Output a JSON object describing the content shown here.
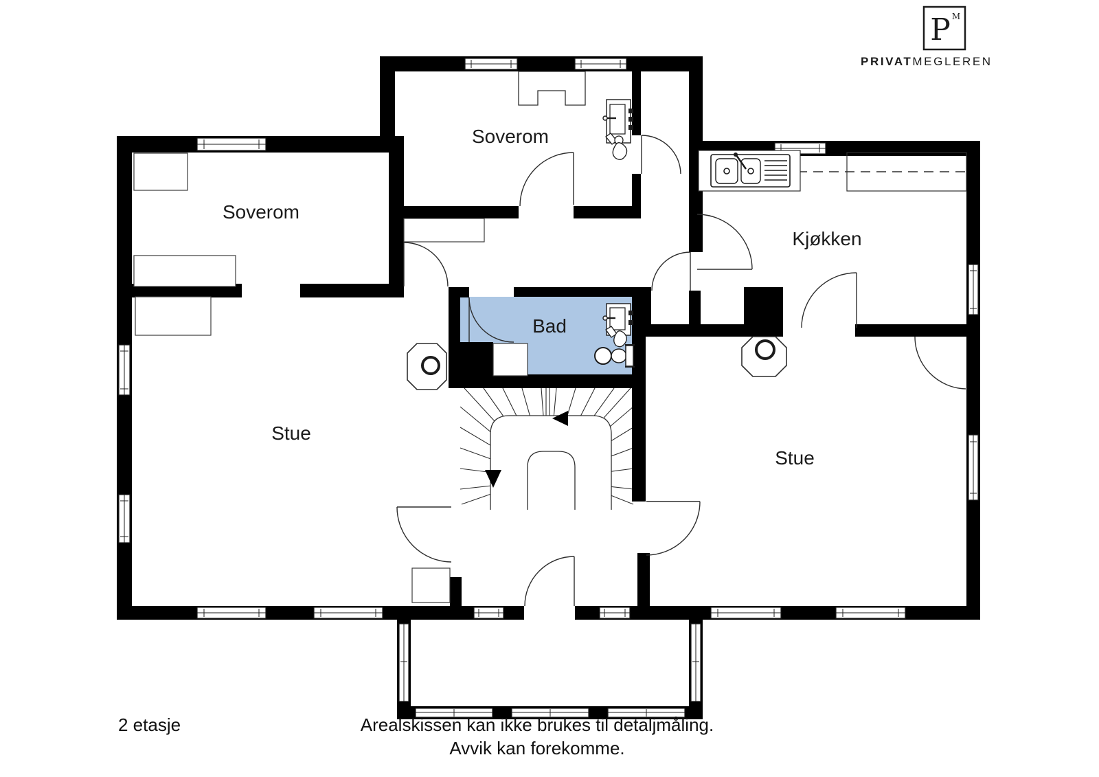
{
  "logo": {
    "monogram": "P",
    "monogram_superscript": "M",
    "brand_bold": "PRIVAT",
    "brand_light": "MEGLEREN"
  },
  "rooms": {
    "soverom_left": "Soverom",
    "soverom_top": "Soverom",
    "kjokken": "Kjøkken",
    "bad": "Bad",
    "stue_left": "Stue",
    "stue_right": "Stue"
  },
  "footer": {
    "floor_label": "2 etasje",
    "disclaimer_line1": "Arealskissen kan ikke brukes til detaljmåling.",
    "disclaimer_line2": "Avvik kan forekomme."
  },
  "colors": {
    "wall": "#000000",
    "bathroom_fill": "#adc7e4",
    "line": "#2e2e2e"
  }
}
